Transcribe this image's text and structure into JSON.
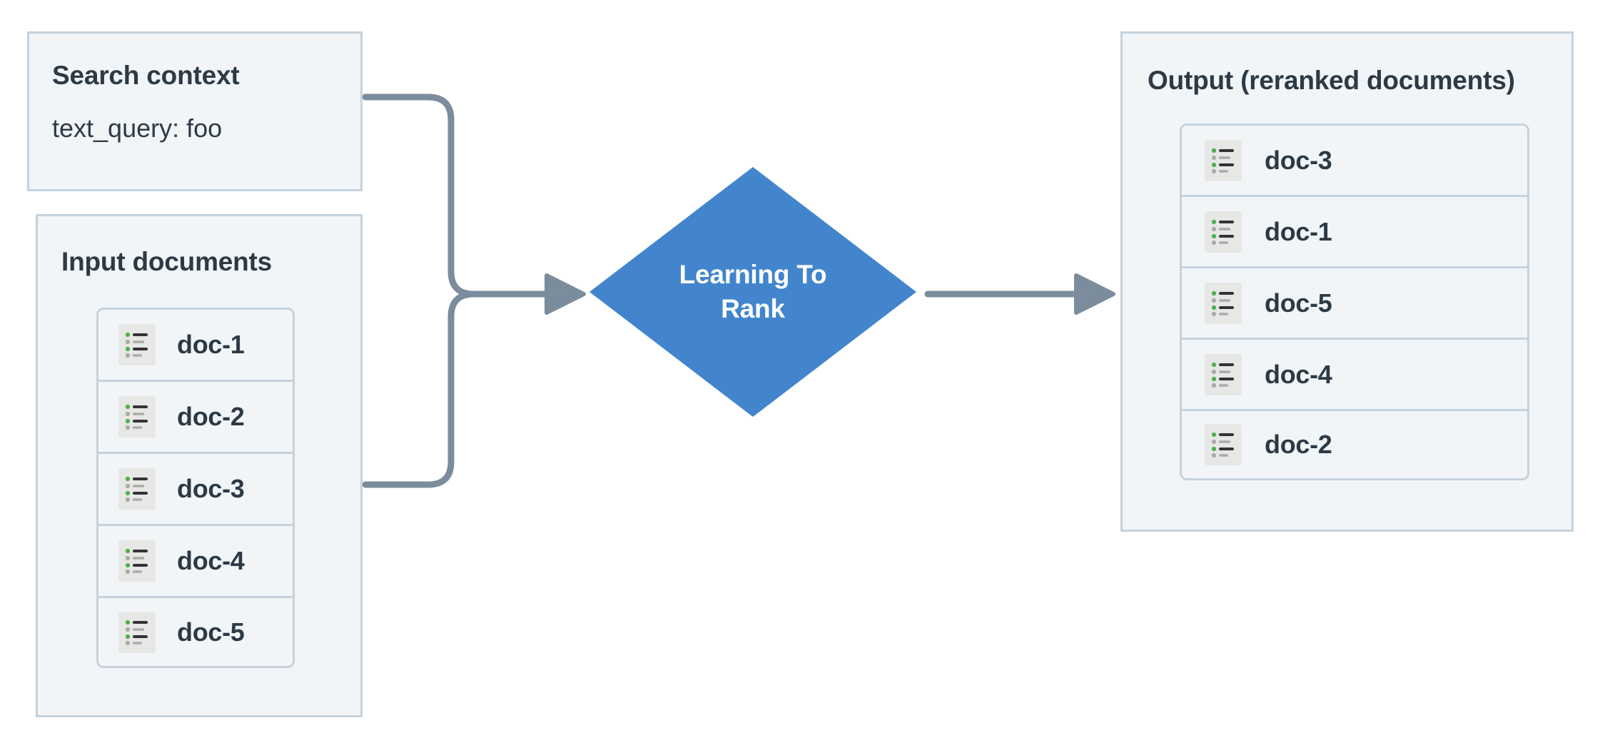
{
  "diagram": {
    "title": "Learning To Rank reranking flow",
    "colors": {
      "panel_bg": "#f2f5f7",
      "panel_border": "#c5d2dd",
      "text": "#2d3a46",
      "node_blue": "#4285cc",
      "connector_gray": "#7b8c9c",
      "icon_bg": "#e7e7e5",
      "icon_green": "#4caf50",
      "icon_dark": "#333333",
      "icon_gray": "#aaaaaa"
    }
  },
  "search_context": {
    "title": "Search context",
    "fields": [
      {
        "key": "text_query",
        "value": "foo",
        "display": "text_query: foo"
      }
    ]
  },
  "input_documents": {
    "title": "Input documents",
    "docs": [
      {
        "label": "doc-1",
        "icon": "document-list-icon"
      },
      {
        "label": "doc-2",
        "icon": "document-list-icon"
      },
      {
        "label": "doc-3",
        "icon": "document-list-icon"
      },
      {
        "label": "doc-4",
        "icon": "document-list-icon"
      },
      {
        "label": "doc-5",
        "icon": "document-list-icon"
      }
    ]
  },
  "process_node": {
    "label": "Learning To Rank",
    "line1": "Learning To",
    "line2": "Rank",
    "shape": "diamond",
    "color": "#4285cc"
  },
  "output": {
    "title": "Output (reranked documents)",
    "docs": [
      {
        "label": "doc-3",
        "icon": "document-list-icon"
      },
      {
        "label": "doc-1",
        "icon": "document-list-icon"
      },
      {
        "label": "doc-5",
        "icon": "document-list-icon"
      },
      {
        "label": "doc-4",
        "icon": "document-list-icon"
      },
      {
        "label": "doc-2",
        "icon": "document-list-icon"
      }
    ]
  },
  "connectors": [
    {
      "from": "search_context",
      "to": "process_node",
      "style": "elbow",
      "arrow": true
    },
    {
      "from": "input_documents",
      "to": "process_node",
      "style": "elbow",
      "arrow": true
    },
    {
      "from": "process_node",
      "to": "output",
      "style": "straight",
      "arrow": true
    }
  ]
}
